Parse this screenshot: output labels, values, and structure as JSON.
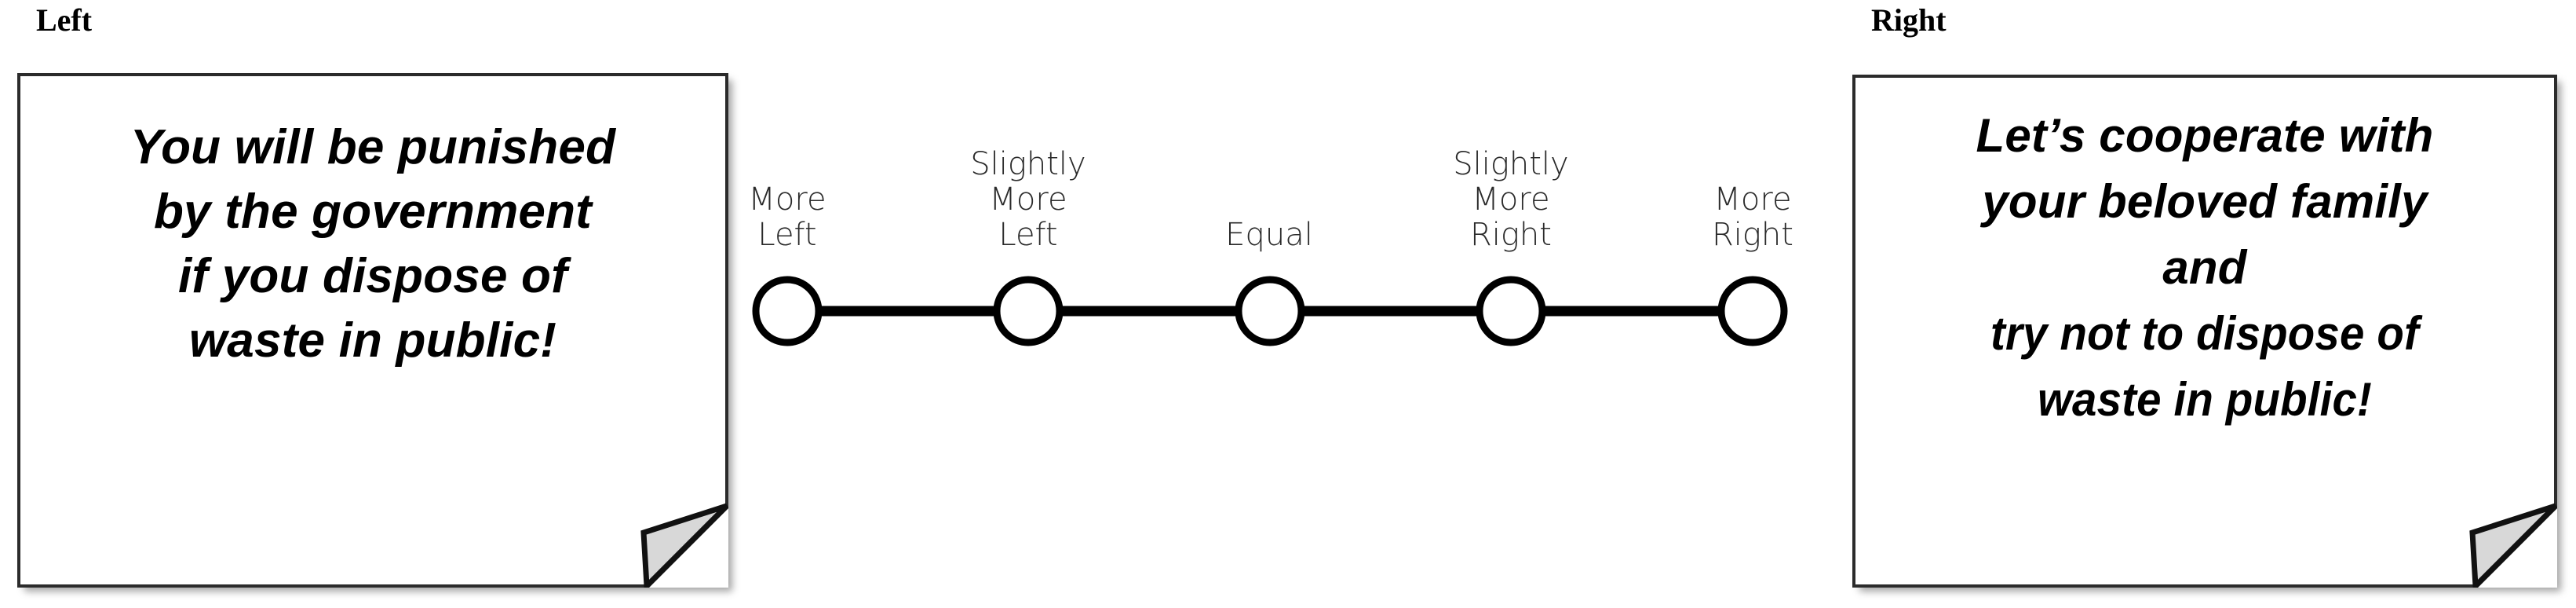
{
  "poles": {
    "left_label": "Left",
    "right_label": "Right"
  },
  "cards": {
    "left": {
      "name": "deterrence-message-card",
      "lines": [
        "You will be punished",
        "by the government",
        "if you dispose of",
        "waste in public!"
      ]
    },
    "right": {
      "name": "cooperation-message-card",
      "lines": [
        "Let’s cooperate with",
        "your beloved family",
        "and",
        "try not to dispose of",
        "waste in public!"
      ]
    }
  },
  "scale": {
    "name": "left-right-likert-scale",
    "options": [
      {
        "id": "more-left",
        "lines": [
          "More",
          "Left"
        ]
      },
      {
        "id": "slightly-more-left",
        "lines": [
          "Slightly",
          "More",
          "Left"
        ]
      },
      {
        "id": "equal",
        "lines": [
          "Equal"
        ]
      },
      {
        "id": "slightly-more-right",
        "lines": [
          "Slightly",
          "More",
          "Right"
        ]
      },
      {
        "id": "more-right",
        "lines": [
          "More",
          "Right"
        ]
      }
    ],
    "selected": null
  },
  "colors": {
    "ink": "#000000",
    "card_border": "#2b2b2b",
    "fold_fill": "#d8d8d8",
    "label_ink": "#2a2a2a",
    "page_background": "#ffffff"
  }
}
